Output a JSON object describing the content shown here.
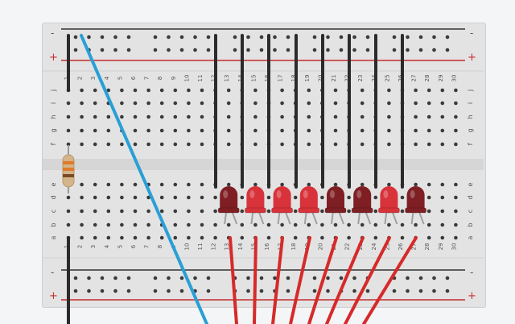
{
  "breadboard": {
    "rail_minus_label": "-",
    "rail_plus_label": "+",
    "column_numbers": [
      "1",
      "2",
      "3",
      "4",
      "5",
      "6",
      "7",
      "8",
      "9",
      "10",
      "11",
      "12",
      "13",
      "14",
      "15",
      "16",
      "17",
      "18",
      "19",
      "20",
      "21",
      "22",
      "23",
      "24",
      "25",
      "26",
      "27",
      "28",
      "29",
      "30"
    ],
    "top_row_letters": [
      "j",
      "i",
      "h",
      "g",
      "f"
    ],
    "bottom_row_letters": [
      "e",
      "d",
      "c",
      "b",
      "a"
    ]
  },
  "components": {
    "resistor": {
      "name": "resistor",
      "column": "1",
      "bands": [
        "#e07b2a",
        "#e07b2a",
        "#7a4a22"
      ]
    },
    "leds": [
      {
        "name": "led-1",
        "column": "13",
        "color": "dark-red",
        "hex": "#7f1f23"
      },
      {
        "name": "led-2",
        "column": "15",
        "color": "red",
        "hex": "#d8333a"
      },
      {
        "name": "led-3",
        "column": "17",
        "color": "red",
        "hex": "#d8333a"
      },
      {
        "name": "led-4",
        "column": "19",
        "color": "red",
        "hex": "#d8333a"
      },
      {
        "name": "led-5",
        "column": "21",
        "color": "dark-red",
        "hex": "#7f1f23"
      },
      {
        "name": "led-6",
        "column": "23",
        "color": "dark-red",
        "hex": "#7f1f23"
      },
      {
        "name": "led-7",
        "column": "25",
        "color": "red",
        "hex": "#d8333a"
      },
      {
        "name": "led-8",
        "column": "27",
        "color": "dark-red",
        "hex": "#7f1f23"
      }
    ],
    "wires": [
      {
        "name": "blue-wire",
        "color": "#2a9fd6"
      },
      {
        "name": "black-wire",
        "color": "#2b2b2b"
      },
      {
        "name": "red-wire",
        "color": "#d62a2a"
      }
    ]
  },
  "colors": {
    "board": "#e3e3e3",
    "rail_red": "#c52d2d",
    "rail_black": "#333333",
    "hole": "#3a3a3a",
    "label": "#555555"
  }
}
